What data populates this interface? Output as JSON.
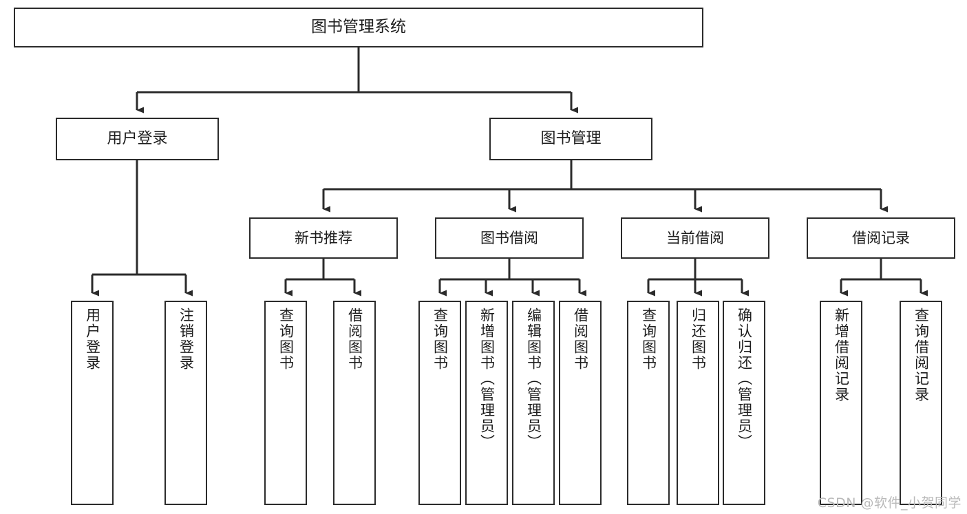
{
  "diagram": {
    "type": "tree",
    "title": "图书管理系统",
    "orientation": "top-down",
    "colors": {
      "box_border": "#2b2b2b",
      "box_fill": "#ffffff",
      "connector": "#2b2b2b",
      "text": "#1d1d1d",
      "watermark": "#b9b9b9",
      "background": "#ffffff"
    },
    "nodes": {
      "root": {
        "label": "图书管理系统"
      },
      "level2": [
        {
          "id": "user-login",
          "label": "用户登录"
        },
        {
          "id": "book-management",
          "label": "图书管理"
        }
      ],
      "level3": [
        {
          "id": "new-book-recommend",
          "label": "新书推荐",
          "parent": "book-management"
        },
        {
          "id": "book-borrow",
          "label": "图书借阅",
          "parent": "book-management"
        },
        {
          "id": "current-borrow",
          "label": "当前借阅",
          "parent": "book-management"
        },
        {
          "id": "borrow-record",
          "label": "借阅记录",
          "parent": "book-management"
        }
      ],
      "leaves": [
        {
          "id": "leaf-user-login",
          "label": "用户登录",
          "parent": "user-login"
        },
        {
          "id": "leaf-user-logout",
          "label": "注销登录",
          "parent": "user-login"
        },
        {
          "id": "leaf-query-book-1",
          "label": "查询图书",
          "parent": "new-book-recommend"
        },
        {
          "id": "leaf-borrow-book-1",
          "label": "借阅图书",
          "parent": "new-book-recommend"
        },
        {
          "id": "leaf-query-book-2",
          "label": "查询图书",
          "parent": "book-borrow"
        },
        {
          "id": "leaf-add-book",
          "label": "新增图书（管理员）",
          "parent": "book-borrow"
        },
        {
          "id": "leaf-edit-book",
          "label": "编辑图书（管理员）",
          "parent": "book-borrow"
        },
        {
          "id": "leaf-borrow-book-2",
          "label": "借阅图书",
          "parent": "book-borrow"
        },
        {
          "id": "leaf-query-book-3",
          "label": "查询图书",
          "parent": "current-borrow"
        },
        {
          "id": "leaf-return-book",
          "label": "归还图书",
          "parent": "current-borrow"
        },
        {
          "id": "leaf-confirm-return",
          "label": "确认归还（管理员）",
          "parent": "current-borrow"
        },
        {
          "id": "leaf-add-record",
          "label": "新增借阅记录",
          "parent": "borrow-record"
        },
        {
          "id": "leaf-query-record",
          "label": "查询借阅记录",
          "parent": "borrow-record"
        }
      ]
    }
  },
  "watermark": {
    "text": "CSDN @软件_小贺同学"
  }
}
